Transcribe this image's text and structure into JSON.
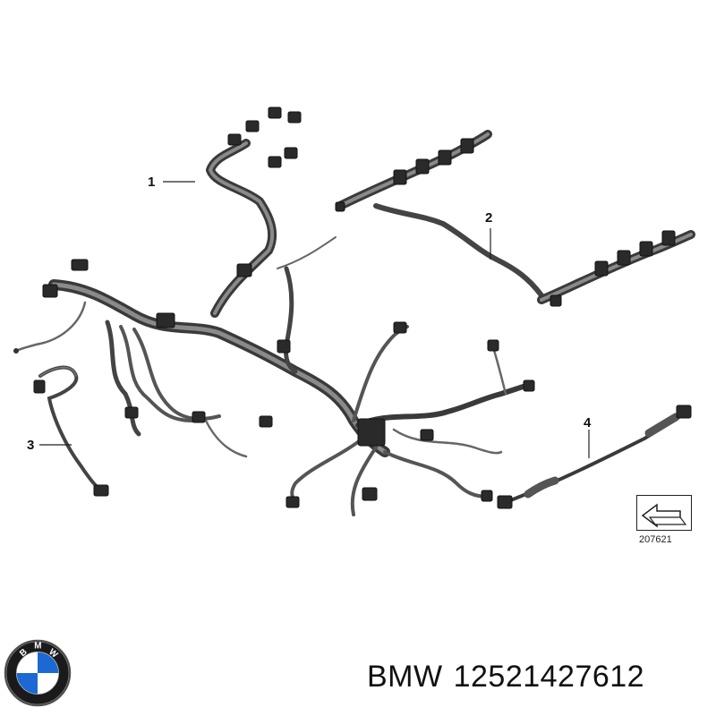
{
  "diagram": {
    "callouts": [
      "1",
      "2",
      "3",
      "4"
    ],
    "reference_number": "207621"
  },
  "logo": {
    "name": "bmw-logo",
    "ring_text": "BMW",
    "colors": {
      "ring": "#1a1a1a",
      "blue": "#1c69d4",
      "white": "#ffffff"
    }
  },
  "caption": {
    "brand": "BMW",
    "part_number": "12521427612"
  }
}
